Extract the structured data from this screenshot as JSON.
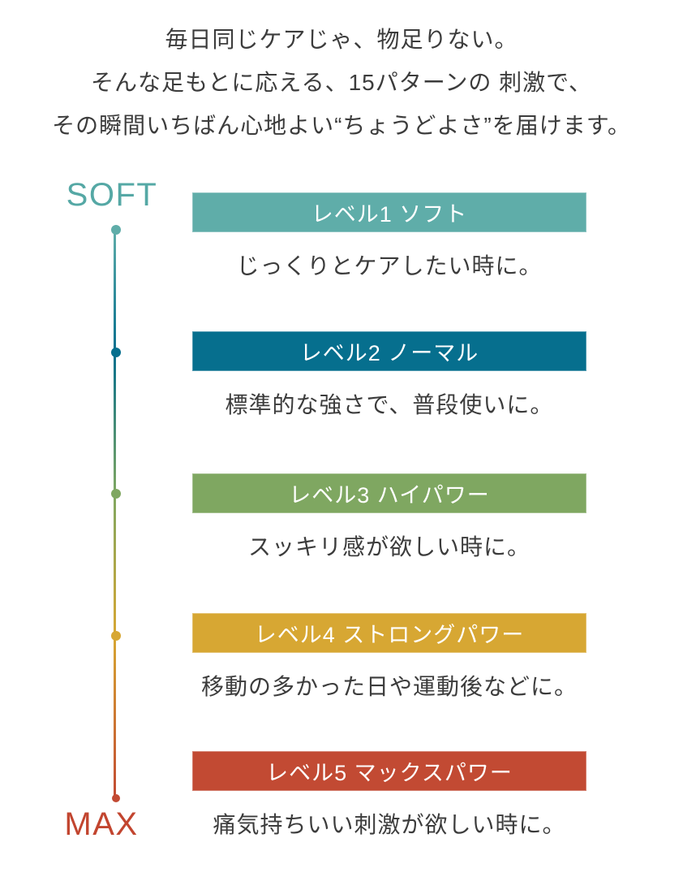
{
  "header": {
    "lines": [
      "毎日同じケアじゃ、物足りない。",
      "そんな足もとに応える、15パターンの 刺激で、",
      "その瞬間いちばん心地よい“ちょうどよさ”を届けます。"
    ]
  },
  "scale": {
    "top_label": "SOFT",
    "bottom_label": "MAX",
    "top_color": "#55a8a5",
    "bottom_color": "#c2452f"
  },
  "levels": [
    {
      "label": "レベル1 ソフト",
      "description": "じっくりとケアしたい時に。",
      "color": "#5fada9"
    },
    {
      "label": "レベル2 ノーマル",
      "description": "標準的な強さで、普段使いに。",
      "color": "#066f8e"
    },
    {
      "label": "レベル3 ハイパワー",
      "description": "スッキリ感が欲しい時に。",
      "color": "#7fa761"
    },
    {
      "label": "レベル4 ストロングパワー",
      "description": "移動の多かった日や運動後などに。",
      "color": "#d7a733"
    },
    {
      "label": "レベル5 マックスパワー",
      "description": "痛気持ちいい刺激が欲しい時に。",
      "color": "#c24a33"
    }
  ]
}
